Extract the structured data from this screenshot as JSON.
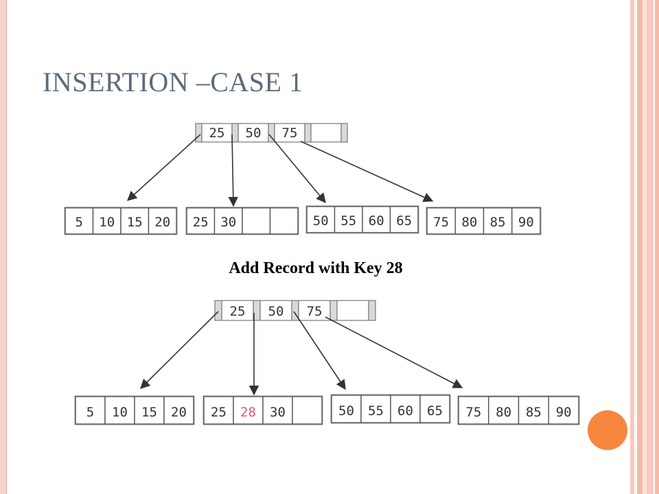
{
  "title": "INSERTION –CASE 1",
  "caption": "Add Record with Key 28",
  "colors": {
    "title": "#5a6b7c",
    "accent_circle": "#f7863f",
    "highlight_key": "#e0577a"
  },
  "before": {
    "root": [
      "25",
      "50",
      "75",
      ""
    ],
    "leaves": [
      [
        "5",
        "10",
        "15",
        "20"
      ],
      [
        "25",
        "30",
        "",
        ""
      ],
      [
        "50",
        "55",
        "60",
        "65"
      ],
      [
        "75",
        "80",
        "85",
        "90"
      ]
    ]
  },
  "after": {
    "root": [
      "25",
      "50",
      "75",
      ""
    ],
    "leaves": [
      [
        "5",
        "10",
        "15",
        "20"
      ],
      [
        "25",
        "28",
        "30",
        ""
      ],
      [
        "50",
        "55",
        "60",
        "65"
      ],
      [
        "75",
        "80",
        "85",
        "90"
      ]
    ],
    "highlight": {
      "leaf": 1,
      "slot": 1
    }
  }
}
